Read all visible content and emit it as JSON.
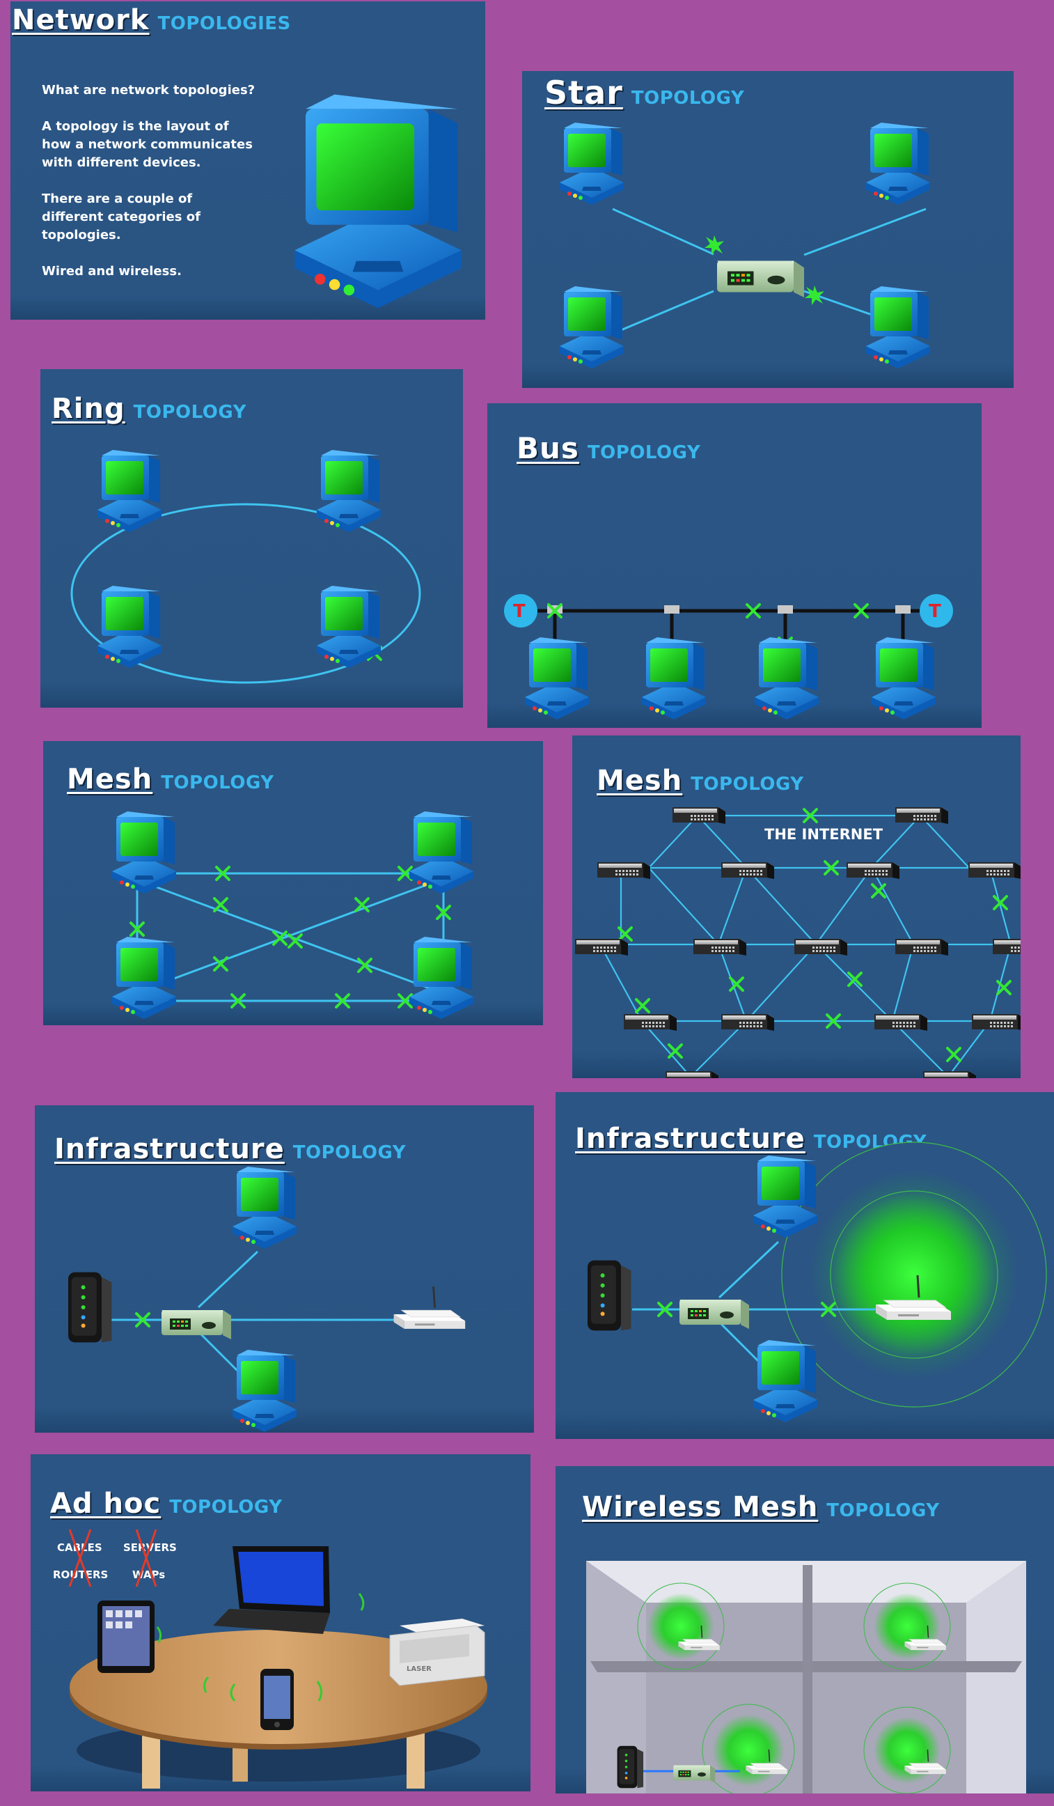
{
  "colors": {
    "background": "#a44f9f",
    "panel": "#2b5584",
    "title": "#ffffff",
    "subtitle": "#3ab8ee",
    "link": "#3fc4f0",
    "node_marker": "#33e833",
    "terminator": "#2fb8ec",
    "terminator_text": "#e0242c"
  },
  "panels": {
    "intro": {
      "title": "Network",
      "subtitle": "TOPOLOGIES",
      "question": "What are network topologies?",
      "para1": "A topology is the layout of how a network communicates with different devices.",
      "para2": "There are a couple of different categories of topologies.",
      "para3": "Wired and wireless.",
      "icon": "computer-icon"
    },
    "star": {
      "title": "Star",
      "subtitle": "TOPOLOGY"
    },
    "ring": {
      "title": "Ring",
      "subtitle": "TOPOLOGY"
    },
    "bus": {
      "title": "Bus",
      "subtitle": "TOPOLOGY",
      "terminator_label": "T"
    },
    "mesh": {
      "title": "Mesh",
      "subtitle": "TOPOLOGY"
    },
    "mesh_internet": {
      "title": "Mesh",
      "subtitle": "TOPOLOGY",
      "label": "THE INTERNET"
    },
    "infrastructure": {
      "title": "Infrastructure",
      "subtitle": "TOPOLOGY"
    },
    "infrastructure_wireless": {
      "title": "Infrastructure",
      "subtitle": "TOPOLOGY"
    },
    "adhoc": {
      "title": "Ad hoc",
      "subtitle": "TOPOLOGY",
      "crossed_items": [
        "CABLES",
        "SERVERS",
        "ROUTERS",
        "WAPs"
      ],
      "printer_label": "LASER"
    },
    "wireless_mesh": {
      "title": "Wireless Mesh",
      "subtitle": "TOPOLOGY"
    }
  }
}
